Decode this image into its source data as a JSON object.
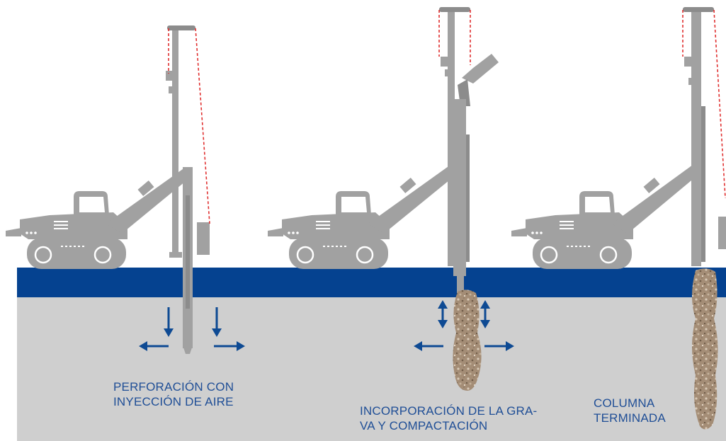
{
  "colors": {
    "ground": "#cfcfcf",
    "band": "#054290",
    "machine": "#a1a1a1",
    "machine_dark": "#8c8c8c",
    "cable": "#e03030",
    "arrow": "#0e4a93",
    "gravel": "#a48d76",
    "caption": "#1f4e96"
  },
  "icons": {
    "arrow_down": "arrow-down-icon",
    "arrow_up_down": "arrow-up-down-icon",
    "arrow_left": "arrow-left-icon",
    "arrow_right": "arrow-right-icon"
  },
  "stages": [
    {
      "id": "perforacion",
      "caption_lines": [
        "PERFORACIÓN CON",
        "INYECCIÓN DE AIRE"
      ]
    },
    {
      "id": "incorporacion",
      "caption_lines": [
        "INCORPORACIÓN DE LA GRA-",
        "VA Y COMPACTACIÓN"
      ]
    },
    {
      "id": "terminada",
      "caption_lines": [
        "COLUMNA",
        "TERMINADA"
      ]
    }
  ]
}
